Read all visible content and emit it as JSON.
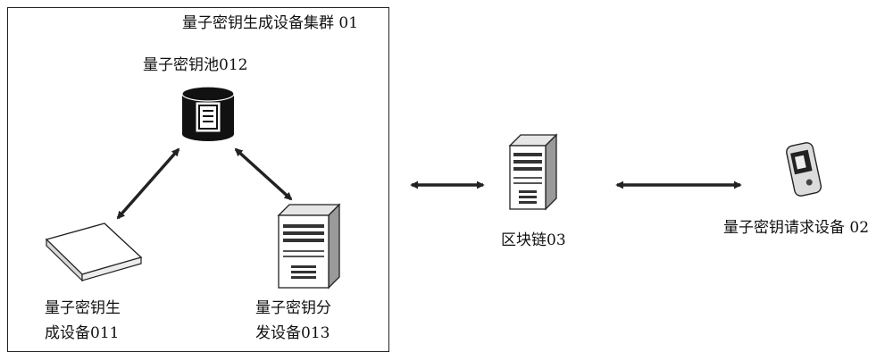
{
  "cluster": {
    "title": "量子密钥生成设备集群 01"
  },
  "nodes": {
    "key_pool": {
      "label": "量子密钥池012"
    },
    "generator": {
      "label_line1": "量子密钥生",
      "label_line2": "成设备011"
    },
    "distributor": {
      "label_line1": "量子密钥分",
      "label_line2": "发设备013"
    },
    "blockchain": {
      "label": "区块链03"
    },
    "requester": {
      "label": "量子密钥请求设备 02"
    }
  },
  "icons": {
    "key_pool": "database-icon",
    "generator": "flat-device-icon",
    "distributor": "server-tower-icon",
    "blockchain": "server-tower-icon",
    "requester": "mobile-phone-icon"
  },
  "connections": [
    {
      "from": "key_pool",
      "to": "generator",
      "type": "bidirectional"
    },
    {
      "from": "key_pool",
      "to": "distributor",
      "type": "bidirectional"
    },
    {
      "from": "cluster",
      "to": "blockchain",
      "type": "bidirectional"
    },
    {
      "from": "blockchain",
      "to": "requester",
      "type": "bidirectional"
    }
  ],
  "colors": {
    "stroke": "#222222",
    "fill_dark": "#111111",
    "fill_light": "#ffffff"
  }
}
